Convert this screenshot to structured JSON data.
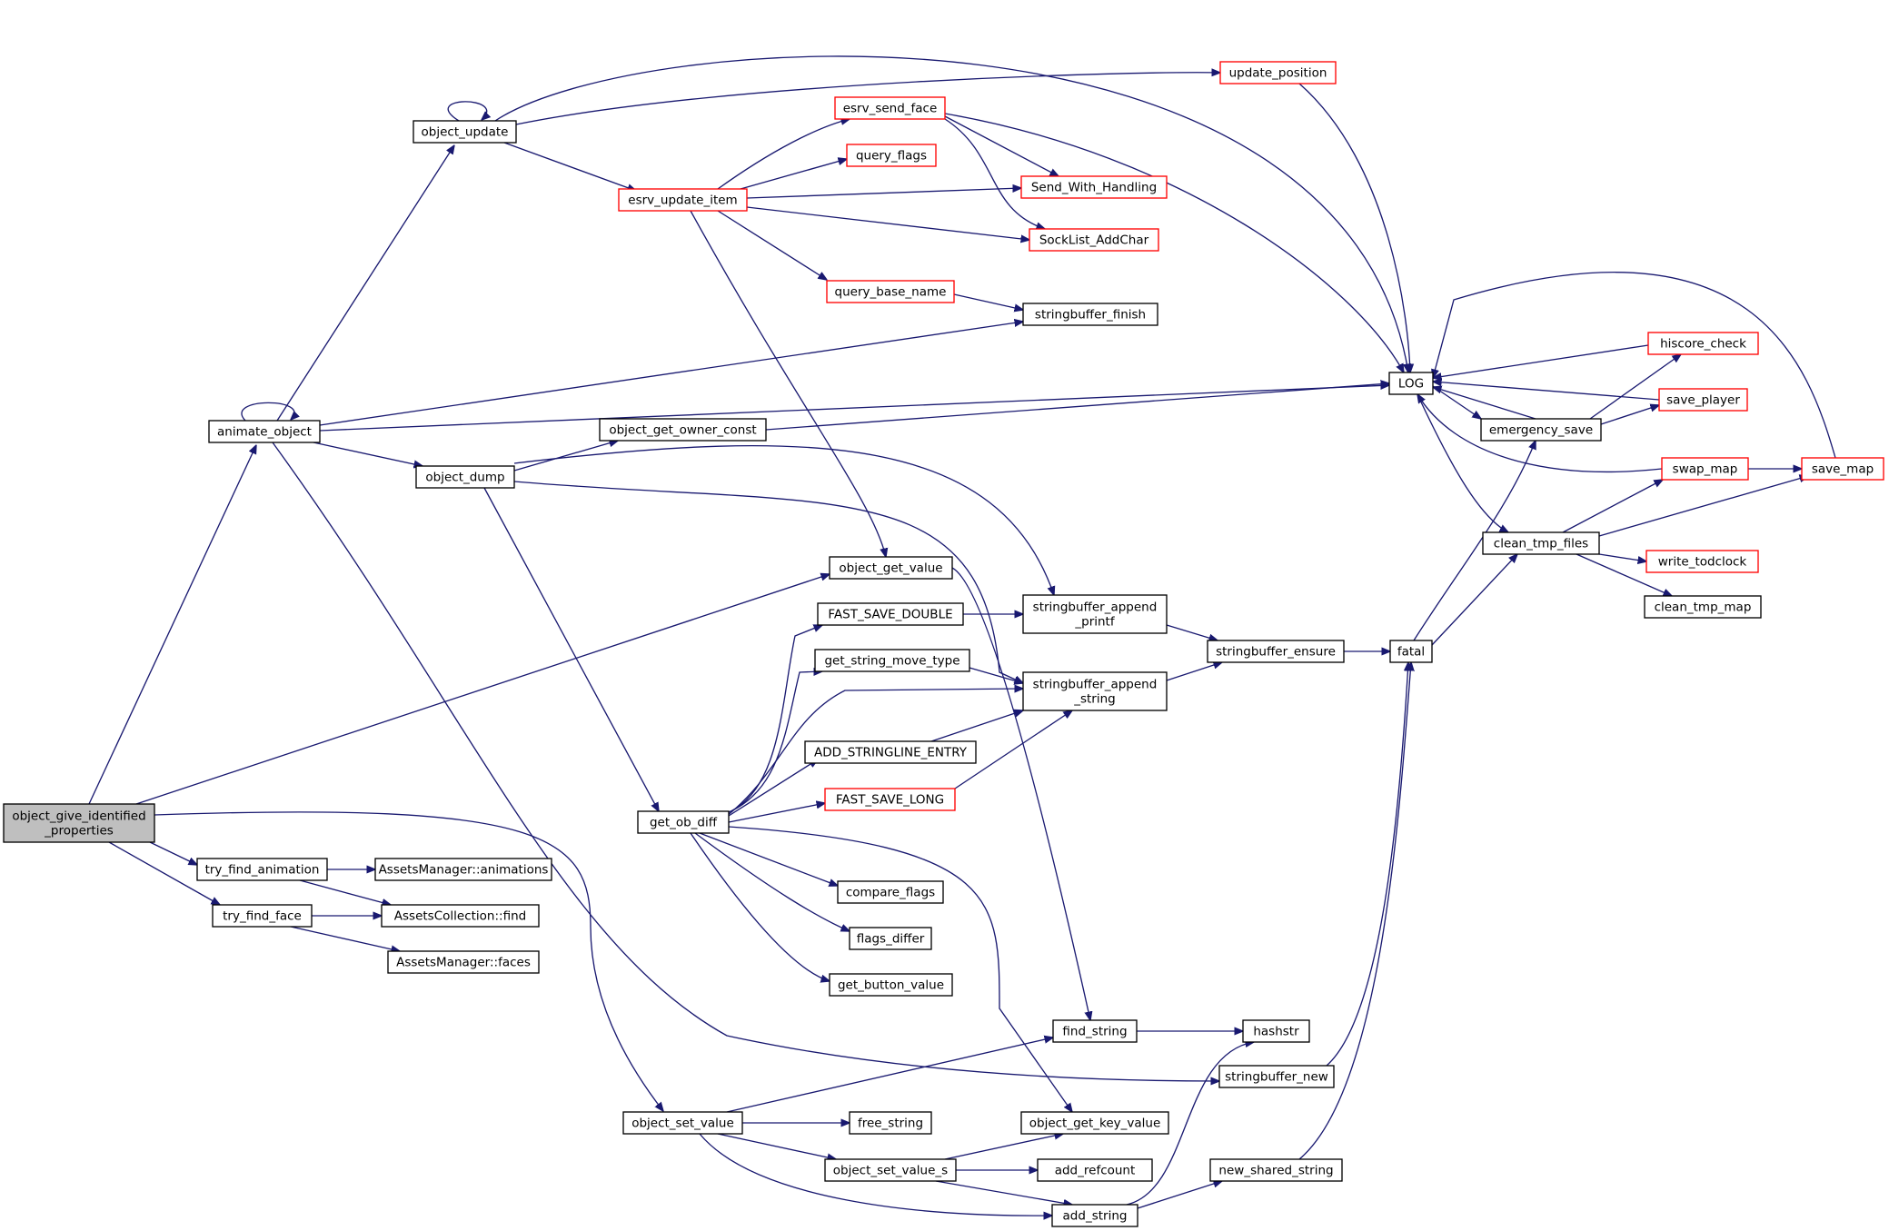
{
  "graph": {
    "type": "call-graph",
    "colors": {
      "edge": "#191970",
      "node_border": "#000000",
      "node_border_truncated": "#ff0000",
      "root_fill": "#bfbfbf",
      "node_fill": "#ffffff"
    },
    "nodes": [
      {
        "id": "root",
        "lines": [
          "object_give_identified",
          "_properties"
        ],
        "style": "root"
      },
      {
        "id": "animate_object",
        "lines": [
          "animate_object"
        ],
        "style": "normal"
      },
      {
        "id": "object_update",
        "lines": [
          "object_update"
        ],
        "style": "normal"
      },
      {
        "id": "update_position",
        "lines": [
          "update_position"
        ],
        "style": "truncated"
      },
      {
        "id": "esrv_send_face",
        "lines": [
          "esrv_send_face"
        ],
        "style": "truncated"
      },
      {
        "id": "query_flags",
        "lines": [
          "query_flags"
        ],
        "style": "truncated"
      },
      {
        "id": "esrv_update_item",
        "lines": [
          "esrv_update_item"
        ],
        "style": "truncated"
      },
      {
        "id": "send_with_handling",
        "lines": [
          "Send_With_Handling"
        ],
        "style": "truncated"
      },
      {
        "id": "socklist_addchar",
        "lines": [
          "SockList_AddChar"
        ],
        "style": "truncated"
      },
      {
        "id": "query_base_name",
        "lines": [
          "query_base_name"
        ],
        "style": "truncated"
      },
      {
        "id": "stringbuffer_finish",
        "lines": [
          "stringbuffer_finish"
        ],
        "style": "normal"
      },
      {
        "id": "log",
        "lines": [
          "LOG"
        ],
        "style": "normal"
      },
      {
        "id": "hiscore_check",
        "lines": [
          "hiscore_check"
        ],
        "style": "truncated"
      },
      {
        "id": "save_player",
        "lines": [
          "save_player"
        ],
        "style": "truncated"
      },
      {
        "id": "emergency_save",
        "lines": [
          "emergency_save"
        ],
        "style": "normal"
      },
      {
        "id": "swap_map",
        "lines": [
          "swap_map"
        ],
        "style": "truncated"
      },
      {
        "id": "save_map",
        "lines": [
          "save_map"
        ],
        "style": "truncated"
      },
      {
        "id": "clean_tmp_files",
        "lines": [
          "clean_tmp_files"
        ],
        "style": "normal"
      },
      {
        "id": "write_todclock",
        "lines": [
          "write_todclock"
        ],
        "style": "truncated"
      },
      {
        "id": "clean_tmp_map",
        "lines": [
          "clean_tmp_map"
        ],
        "style": "normal"
      },
      {
        "id": "object_get_owner_const",
        "lines": [
          "object_get_owner_const"
        ],
        "style": "normal"
      },
      {
        "id": "object_dump",
        "lines": [
          "object_dump"
        ],
        "style": "normal"
      },
      {
        "id": "object_get_value",
        "lines": [
          "object_get_value"
        ],
        "style": "normal"
      },
      {
        "id": "fast_save_double",
        "lines": [
          "FAST_SAVE_DOUBLE"
        ],
        "style": "normal"
      },
      {
        "id": "sb_append_printf",
        "lines": [
          "stringbuffer_append",
          "_printf"
        ],
        "style": "normal"
      },
      {
        "id": "get_string_move_type",
        "lines": [
          "get_string_move_type"
        ],
        "style": "normal"
      },
      {
        "id": "sb_append_string",
        "lines": [
          "stringbuffer_append",
          "_string"
        ],
        "style": "normal"
      },
      {
        "id": "stringbuffer_ensure",
        "lines": [
          "stringbuffer_ensure"
        ],
        "style": "normal"
      },
      {
        "id": "fatal",
        "lines": [
          "fatal"
        ],
        "style": "normal"
      },
      {
        "id": "add_stringline_entry",
        "lines": [
          "ADD_STRINGLINE_ENTRY"
        ],
        "style": "normal"
      },
      {
        "id": "fast_save_long",
        "lines": [
          "FAST_SAVE_LONG"
        ],
        "style": "truncated"
      },
      {
        "id": "get_ob_diff",
        "lines": [
          "get_ob_diff"
        ],
        "style": "normal"
      },
      {
        "id": "try_find_animation",
        "lines": [
          "try_find_animation"
        ],
        "style": "normal"
      },
      {
        "id": "am_animations",
        "lines": [
          "AssetsManager::animations"
        ],
        "style": "normal"
      },
      {
        "id": "try_find_face",
        "lines": [
          "try_find_face"
        ],
        "style": "normal"
      },
      {
        "id": "ac_find",
        "lines": [
          "AssetsCollection::find"
        ],
        "style": "normal"
      },
      {
        "id": "am_faces",
        "lines": [
          "AssetsManager::faces"
        ],
        "style": "normal"
      },
      {
        "id": "compare_flags",
        "lines": [
          "compare_flags"
        ],
        "style": "normal"
      },
      {
        "id": "flags_differ",
        "lines": [
          "flags_differ"
        ],
        "style": "normal"
      },
      {
        "id": "get_button_value",
        "lines": [
          "get_button_value"
        ],
        "style": "normal"
      },
      {
        "id": "find_string",
        "lines": [
          "find_string"
        ],
        "style": "normal"
      },
      {
        "id": "hashstr",
        "lines": [
          "hashstr"
        ],
        "style": "normal"
      },
      {
        "id": "stringbuffer_new",
        "lines": [
          "stringbuffer_new"
        ],
        "style": "normal"
      },
      {
        "id": "object_set_value",
        "lines": [
          "object_set_value"
        ],
        "style": "normal"
      },
      {
        "id": "free_string",
        "lines": [
          "free_string"
        ],
        "style": "normal"
      },
      {
        "id": "object_get_key_value",
        "lines": [
          "object_get_key_value"
        ],
        "style": "normal"
      },
      {
        "id": "object_set_value_s",
        "lines": [
          "object_set_value_s"
        ],
        "style": "normal"
      },
      {
        "id": "add_refcount",
        "lines": [
          "add_refcount"
        ],
        "style": "normal"
      },
      {
        "id": "new_shared_string",
        "lines": [
          "new_shared_string"
        ],
        "style": "normal"
      },
      {
        "id": "add_string",
        "lines": [
          "add_string"
        ],
        "style": "normal"
      }
    ],
    "edges": [
      [
        "root",
        "animate_object"
      ],
      [
        "root",
        "object_get_value"
      ],
      [
        "root",
        "object_set_value"
      ],
      [
        "root",
        "try_find_animation"
      ],
      [
        "root",
        "try_find_face"
      ],
      [
        "animate_object",
        "animate_object"
      ],
      [
        "animate_object",
        "object_update"
      ],
      [
        "animate_object",
        "stringbuffer_finish"
      ],
      [
        "animate_object",
        "log"
      ],
      [
        "animate_object",
        "object_dump"
      ],
      [
        "animate_object",
        "stringbuffer_new"
      ],
      [
        "object_update",
        "object_update"
      ],
      [
        "object_update",
        "log"
      ],
      [
        "object_update",
        "update_position"
      ],
      [
        "object_update",
        "esrv_update_item"
      ],
      [
        "update_position",
        "log"
      ],
      [
        "esrv_update_item",
        "esrv_send_face"
      ],
      [
        "esrv_update_item",
        "query_flags"
      ],
      [
        "esrv_update_item",
        "send_with_handling"
      ],
      [
        "esrv_update_item",
        "socklist_addchar"
      ],
      [
        "esrv_update_item",
        "query_base_name"
      ],
      [
        "esrv_update_item",
        "object_get_value"
      ],
      [
        "esrv_send_face",
        "log"
      ],
      [
        "esrv_send_face",
        "send_with_handling"
      ],
      [
        "esrv_send_face",
        "socklist_addchar"
      ],
      [
        "query_base_name",
        "stringbuffer_finish"
      ],
      [
        "log",
        "emergency_save"
      ],
      [
        "log",
        "clean_tmp_files"
      ],
      [
        "emergency_save",
        "log"
      ],
      [
        "emergency_save",
        "hiscore_check"
      ],
      [
        "emergency_save",
        "save_player"
      ],
      [
        "hiscore_check",
        "log"
      ],
      [
        "save_player",
        "log"
      ],
      [
        "swap_map",
        "log"
      ],
      [
        "swap_map",
        "save_map"
      ],
      [
        "save_map",
        "log"
      ],
      [
        "clean_tmp_files",
        "swap_map"
      ],
      [
        "clean_tmp_files",
        "save_map"
      ],
      [
        "clean_tmp_files",
        "write_todclock"
      ],
      [
        "clean_tmp_files",
        "clean_tmp_map"
      ],
      [
        "object_dump",
        "object_get_owner_const"
      ],
      [
        "object_dump",
        "sb_append_printf"
      ],
      [
        "object_dump",
        "sb_append_string"
      ],
      [
        "object_dump",
        "get_ob_diff"
      ],
      [
        "object_get_owner_const",
        "log"
      ],
      [
        "object_get_value",
        "find_string"
      ],
      [
        "fast_save_double",
        "sb_append_printf"
      ],
      [
        "sb_append_printf",
        "stringbuffer_ensure"
      ],
      [
        "sb_append_string",
        "stringbuffer_ensure"
      ],
      [
        "get_string_move_type",
        "sb_append_string"
      ],
      [
        "add_stringline_entry",
        "sb_append_string"
      ],
      [
        "fast_save_long",
        "sb_append_string"
      ],
      [
        "stringbuffer_ensure",
        "fatal"
      ],
      [
        "fatal",
        "emergency_save"
      ],
      [
        "fatal",
        "clean_tmp_files"
      ],
      [
        "get_ob_diff",
        "fast_save_double"
      ],
      [
        "get_ob_diff",
        "get_string_move_type"
      ],
      [
        "get_ob_diff",
        "sb_append_string"
      ],
      [
        "get_ob_diff",
        "add_stringline_entry"
      ],
      [
        "get_ob_diff",
        "fast_save_long"
      ],
      [
        "get_ob_diff",
        "compare_flags"
      ],
      [
        "get_ob_diff",
        "flags_differ"
      ],
      [
        "get_ob_diff",
        "get_button_value"
      ],
      [
        "get_ob_diff",
        "object_get_key_value"
      ],
      [
        "try_find_animation",
        "am_animations"
      ],
      [
        "try_find_animation",
        "ac_find"
      ],
      [
        "try_find_face",
        "ac_find"
      ],
      [
        "try_find_face",
        "am_faces"
      ],
      [
        "find_string",
        "hashstr"
      ],
      [
        "stringbuffer_new",
        "fatal"
      ],
      [
        "object_set_value",
        "find_string"
      ],
      [
        "object_set_value",
        "free_string"
      ],
      [
        "object_set_value",
        "object_set_value_s"
      ],
      [
        "object_set_value",
        "add_string"
      ],
      [
        "object_set_value_s",
        "object_get_key_value"
      ],
      [
        "object_set_value_s",
        "add_refcount"
      ],
      [
        "object_set_value_s",
        "add_string"
      ],
      [
        "add_string",
        "hashstr"
      ],
      [
        "add_string",
        "new_shared_string"
      ],
      [
        "new_shared_string",
        "fatal"
      ]
    ]
  }
}
